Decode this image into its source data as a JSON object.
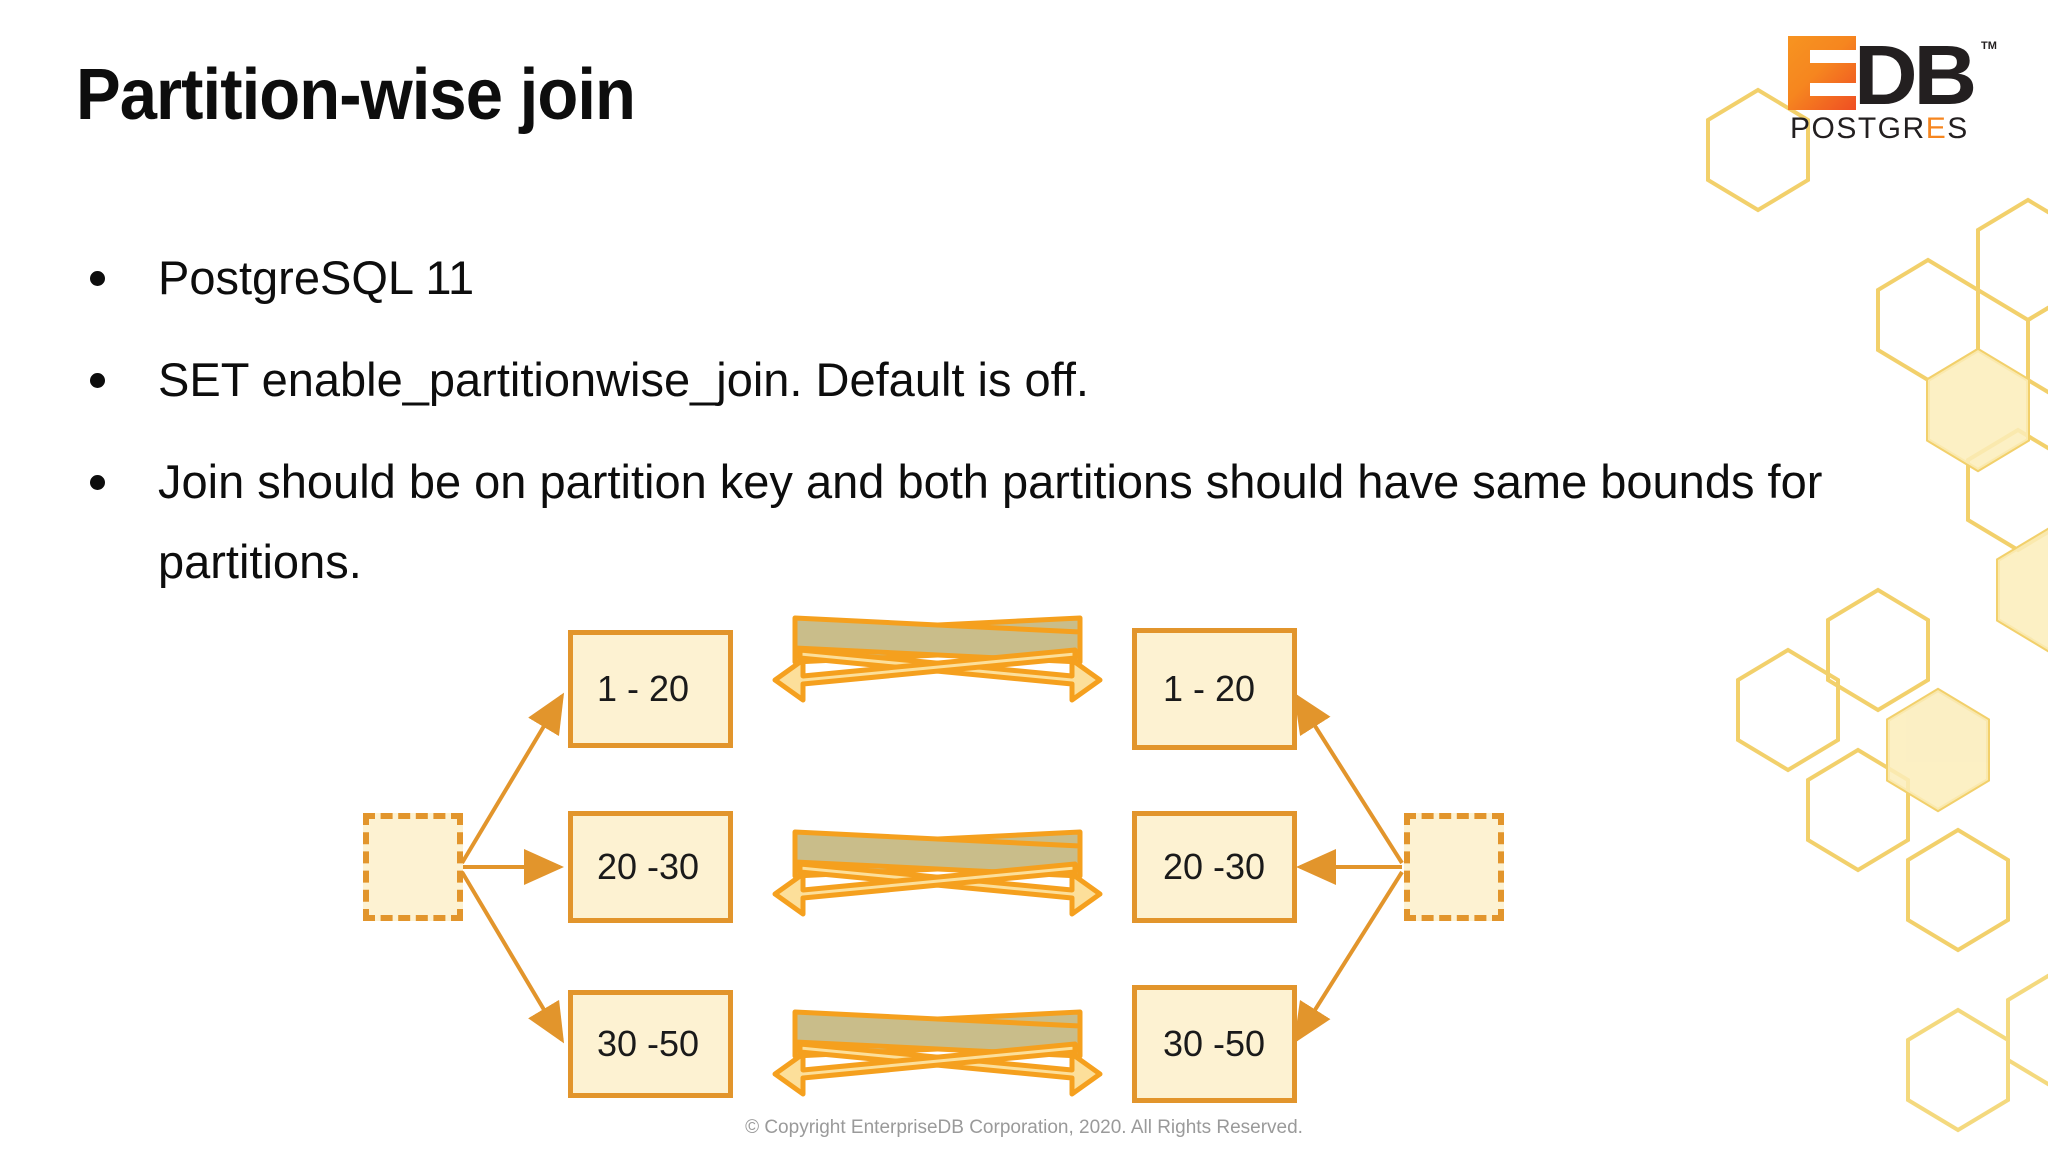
{
  "slide": {
    "title": "Partition-wise join",
    "background_color": "#ffffff",
    "accent_color": "#e2952c",
    "box_fill_color": "#fdf2d2"
  },
  "logo": {
    "mark_e": "E",
    "mark_db": "DB",
    "trademark": "TM",
    "wordmark_pre": "POSTGR",
    "wordmark_accent": "E",
    "wordmark_post": "S",
    "orange": "#f6861f",
    "black": "#231f20"
  },
  "bullets": [
    {
      "text": "PostgreSQL 11"
    },
    {
      "text": "SET enable_partitionwise_join. Default is off."
    },
    {
      "text": "Join should be on partition key and both partitions should have same bounds for partitions."
    }
  ],
  "diagram": {
    "left_root_label": "",
    "right_root_label": "",
    "left_partitions": [
      {
        "label": "1 - 20"
      },
      {
        "label": "20 -30"
      },
      {
        "label": "30 -50"
      }
    ],
    "right_partitions": [
      {
        "label": "1 - 20"
      },
      {
        "label": "20 -30"
      },
      {
        "label": "30 -50"
      }
    ],
    "join_connector_count": 3,
    "join_connector_name": "crossing-double-arrow"
  },
  "footer": {
    "copyright": "© Copyright EnterpriseDB Corporation, 2020.  All Rights Reserved."
  }
}
